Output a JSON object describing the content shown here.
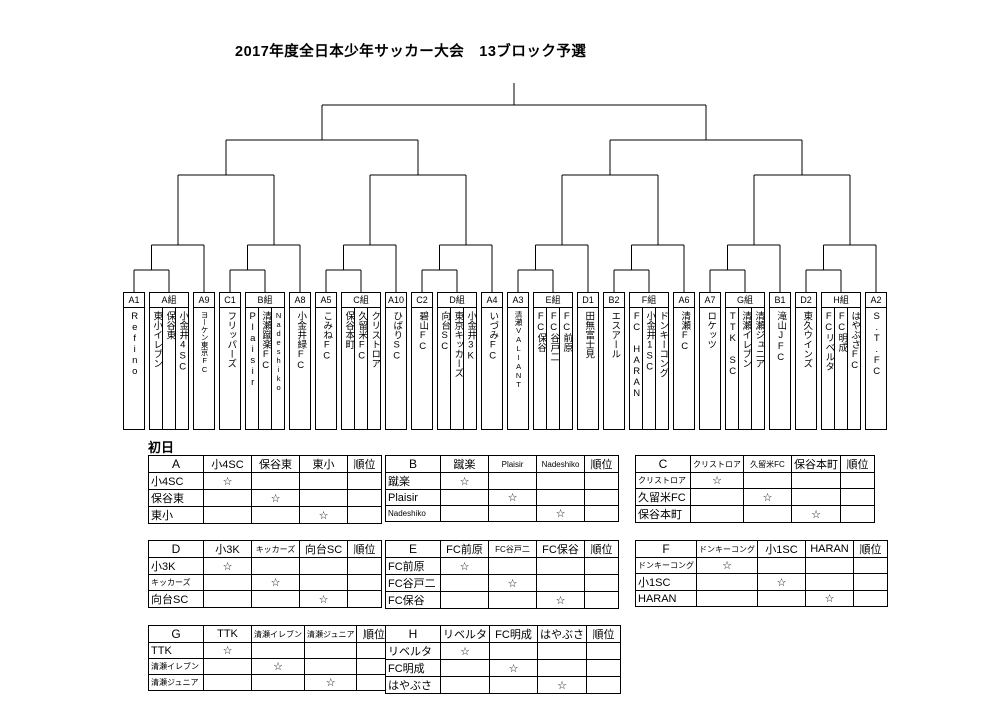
{
  "title": "2017年度全日本少年サッカー大会　13ブロック予選",
  "section_label": "初日",
  "rank_header": "順位",
  "star": "☆",
  "colors": {
    "ink": "#000000",
    "background": "#ffffff"
  },
  "bracket": {
    "entries": [
      {
        "seed": "A1",
        "type": "single",
        "teams": [
          "Refino"
        ]
      },
      {
        "seed": "A組",
        "type": "group",
        "teams": [
          "東小イレブン",
          "保谷東",
          "小金井4SC"
        ]
      },
      {
        "seed": "A9",
        "type": "single",
        "teams": [
          "ヨーケン東京FC"
        ]
      },
      {
        "seed": "C1",
        "type": "single",
        "teams": [
          "フリッパーズ"
        ]
      },
      {
        "seed": "B組",
        "type": "group",
        "teams": [
          "Plaisir",
          "清瀬蹴楽FC",
          "Nadeshiko"
        ]
      },
      {
        "seed": "A8",
        "type": "single",
        "teams": [
          "小金井緑FC"
        ]
      },
      {
        "seed": "A5",
        "type": "single",
        "teams": [
          "こみねFC"
        ]
      },
      {
        "seed": "C組",
        "type": "group",
        "teams": [
          "保谷本町",
          "久留米FC",
          "クリストロア"
        ]
      },
      {
        "seed": "A10",
        "type": "single",
        "teams": [
          "ひばりSC"
        ]
      },
      {
        "seed": "C2",
        "type": "single",
        "teams": [
          "碧山FC"
        ]
      },
      {
        "seed": "D組",
        "type": "group",
        "teams": [
          "向台SC",
          "東京キッカーズ",
          "小金井3K"
        ]
      },
      {
        "seed": "A4",
        "type": "single",
        "teams": [
          "いづみFC"
        ]
      },
      {
        "seed": "A3",
        "type": "single",
        "teams": [
          "清瀬VALIANT"
        ]
      },
      {
        "seed": "E組",
        "type": "group",
        "teams": [
          "FC保谷",
          "FC谷戸二",
          "FC前原"
        ]
      },
      {
        "seed": "D1",
        "type": "single",
        "teams": [
          "田無富士見"
        ]
      },
      {
        "seed": "B2",
        "type": "single",
        "teams": [
          "エスアール"
        ]
      },
      {
        "seed": "F組",
        "type": "group",
        "teams": [
          "FC HARAN",
          "小金井1SC",
          "ドンキーコング"
        ]
      },
      {
        "seed": "A6",
        "type": "single",
        "teams": [
          "清瀬FC"
        ]
      },
      {
        "seed": "A7",
        "type": "single",
        "teams": [
          "ロケッツ"
        ]
      },
      {
        "seed": "G組",
        "type": "group",
        "teams": [
          "TTK SC",
          "清瀬イレブン",
          "清瀬ジュニア"
        ]
      },
      {
        "seed": "B1",
        "type": "single",
        "teams": [
          "滝山JFC"
        ]
      },
      {
        "seed": "D2",
        "type": "single",
        "teams": [
          "東久ウインズ"
        ]
      },
      {
        "seed": "H組",
        "type": "group",
        "teams": [
          "FCリベルタ",
          "FC明成",
          "はやぶさFC"
        ]
      },
      {
        "seed": "A2",
        "type": "single",
        "teams": [
          "S.T.FC"
        ]
      }
    ]
  },
  "tables": [
    {
      "group": "A",
      "teams": [
        "小4SC",
        "保谷東",
        "東小"
      ]
    },
    {
      "group": "B",
      "teams": [
        "蹴楽",
        "Plaisir",
        "Nadeshiko"
      ]
    },
    {
      "group": "C",
      "teams": [
        "クリストロア",
        "久留米FC",
        "保谷本町"
      ]
    },
    {
      "group": "D",
      "teams": [
        "小3K",
        "キッカーズ",
        "向台SC"
      ]
    },
    {
      "group": "E",
      "teams": [
        "FC前原",
        "FC谷戸二",
        "FC保谷"
      ]
    },
    {
      "group": "F",
      "teams": [
        "ドンキーコング",
        "小1SC",
        "HARAN"
      ]
    },
    {
      "group": "G",
      "teams": [
        "TTK",
        "清瀬イレブン",
        "清瀬ジュニア"
      ]
    },
    {
      "group": "H",
      "teams": [
        "リベルタ",
        "FC明成",
        "はやぶさ"
      ]
    }
  ]
}
